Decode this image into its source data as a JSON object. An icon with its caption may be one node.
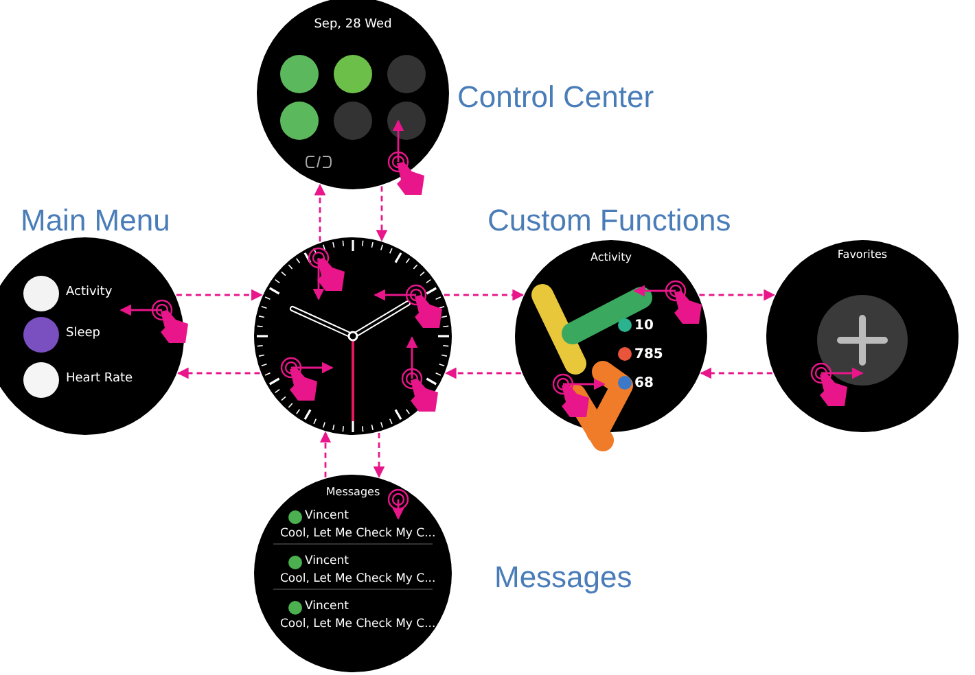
{
  "diagram": {
    "nodes": [
      {
        "text": [
          "Sep, 28 Wed"
        ],
        "beside": [
          "Control Center"
        ]
      },
      {
        "text": [
          "Activity",
          "Sleep",
          "Heart Rate"
        ],
        "beside": [
          "Main Menu"
        ]
      },
      {
        "text": [],
        "shape": "circle"
      },
      {
        "text": [
          "Activity",
          "10",
          "785",
          "68"
        ]
      },
      {
        "text": [
          "Favorites"
        ]
      },
      {
        "text": [
          "Messages",
          "Vincent",
          "Cool, Let Me Check My C...",
          "Vincent",
          "Cool, Let Me Check My C...",
          "Vincent",
          "Cool, Let Me Check My C..."
        ],
        "beside": [
          "Messages"
        ]
      }
    ],
    "edges": [
      {
        "from": 2,
        "to": 0,
        "arrow": "to",
        "style": "dashed"
      },
      {
        "from": 0,
        "to": 2,
        "arrow": "to",
        "style": "dashed"
      },
      {
        "from": 1,
        "to": 2,
        "arrow": "to",
        "style": "dashed"
      },
      {
        "from": 2,
        "to": 1,
        "arrow": "to",
        "style": "dashed"
      },
      {
        "from": 2,
        "to": 3,
        "arrow": "to",
        "style": "dashed"
      },
      {
        "from": 3,
        "to": 2,
        "arrow": "to",
        "style": "dashed"
      },
      {
        "from": 3,
        "to": 4,
        "arrow": "to",
        "style": "dashed"
      },
      {
        "from": 4,
        "to": 3,
        "arrow": "to",
        "style": "dashed"
      },
      {
        "from": 5,
        "to": 2,
        "arrow": "to",
        "style": "dashed"
      },
      {
        "from": 2,
        "to": 5,
        "arrow": "to",
        "style": "dashed"
      }
    ],
    "labels": [
      "Custom Functions"
    ]
  }
}
